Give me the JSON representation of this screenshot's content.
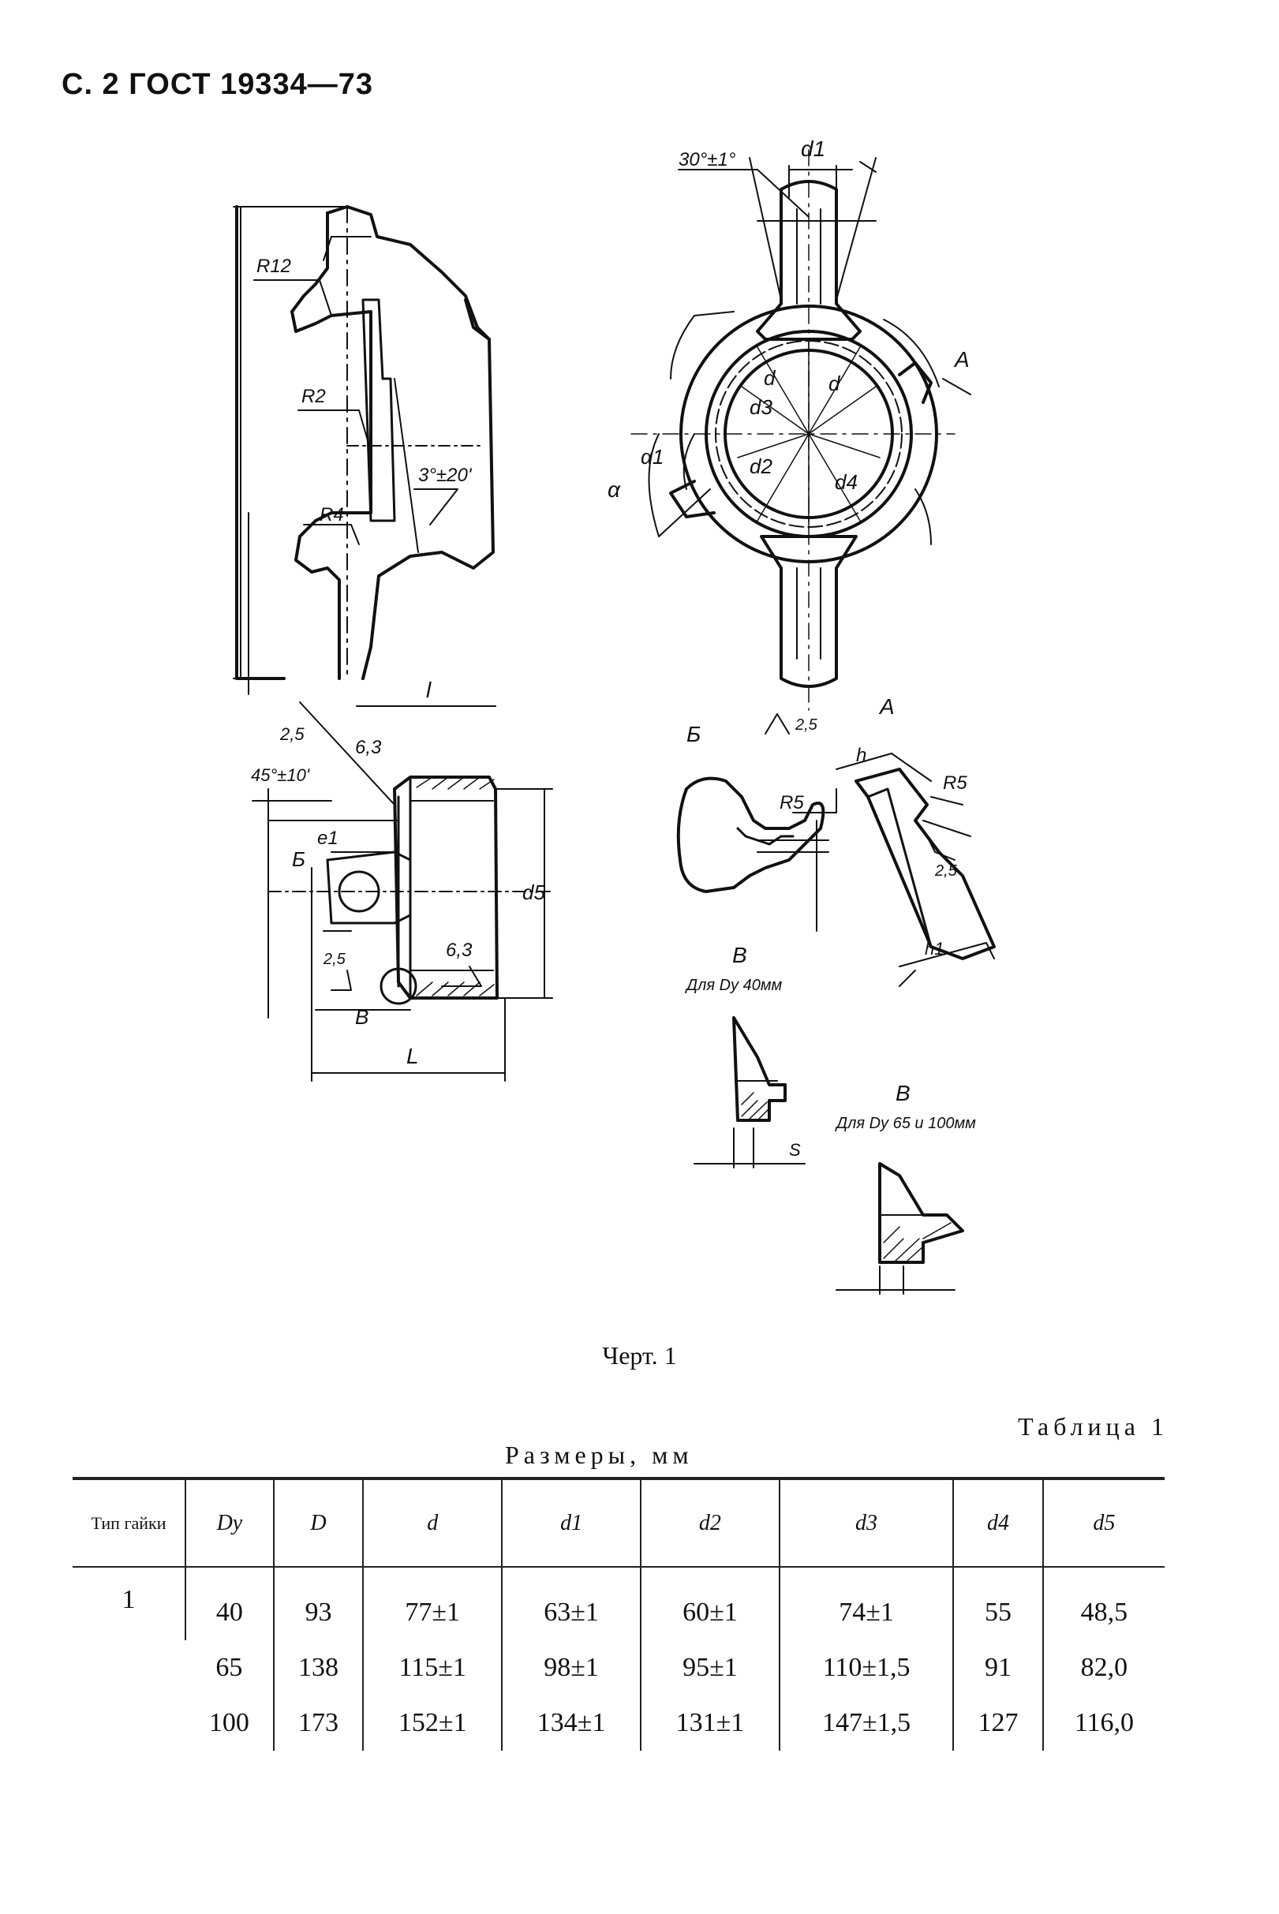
{
  "header": {
    "page_label": "С. 2 ГОСТ 19334—73"
  },
  "drawing": {
    "labels": {
      "d1": "d1",
      "angle_30": "30°±1°",
      "r12": "R12",
      "r2": "R2",
      "r4": "R4",
      "angle_3": "3°±20'",
      "len_l": "l",
      "view_a": "A",
      "d": "d",
      "d3": "d3",
      "d2": "d2",
      "d4": "d4",
      "d_left": "d",
      "alpha": "α",
      "alpha1": "α1",
      "rough_25": "2,5",
      "rough_63_top": "6,3",
      "angle_45": "45°±10'",
      "e1": "e1",
      "b_mark": "Б",
      "d5": "d5",
      "rough_63_bot": "6,3",
      "b_small": "2,5",
      "v_mark": "В",
      "big_l": "L",
      "view_b": "Б",
      "r5_b": "R5",
      "view_a2": "A",
      "h": "h",
      "r5_a": "R5",
      "h1": "h1",
      "rough_25_a": "2,5",
      "rough_25_b": "2,5",
      "view_v": "В",
      "dy40": "Для Dy 40мм",
      "s_dim": "S",
      "view_v2": "В",
      "dy65": "Для Dy 65 и 100мм"
    }
  },
  "figure_caption": "Черт. 1",
  "table": {
    "label": "Таблица 1",
    "units": "Размеры, мм",
    "headers": {
      "type": "Тип гайки",
      "dy": "Dy",
      "D": "D",
      "d": "d",
      "d1": "d1",
      "d2": "d2",
      "d3": "d3",
      "d4": "d4",
      "d5": "d5"
    },
    "type_value": "1",
    "rows": [
      [
        "40",
        "93",
        "77±1",
        "63±1",
        "60±1",
        "74±1",
        "55",
        "48,5"
      ],
      [
        "65",
        "138",
        "115±1",
        "98±1",
        "95±1",
        "110±1,5",
        "91",
        "82,0"
      ],
      [
        "100",
        "173",
        "152±1",
        "134±1",
        "131±1",
        "147±1,5",
        "127",
        "116,0"
      ]
    ]
  }
}
